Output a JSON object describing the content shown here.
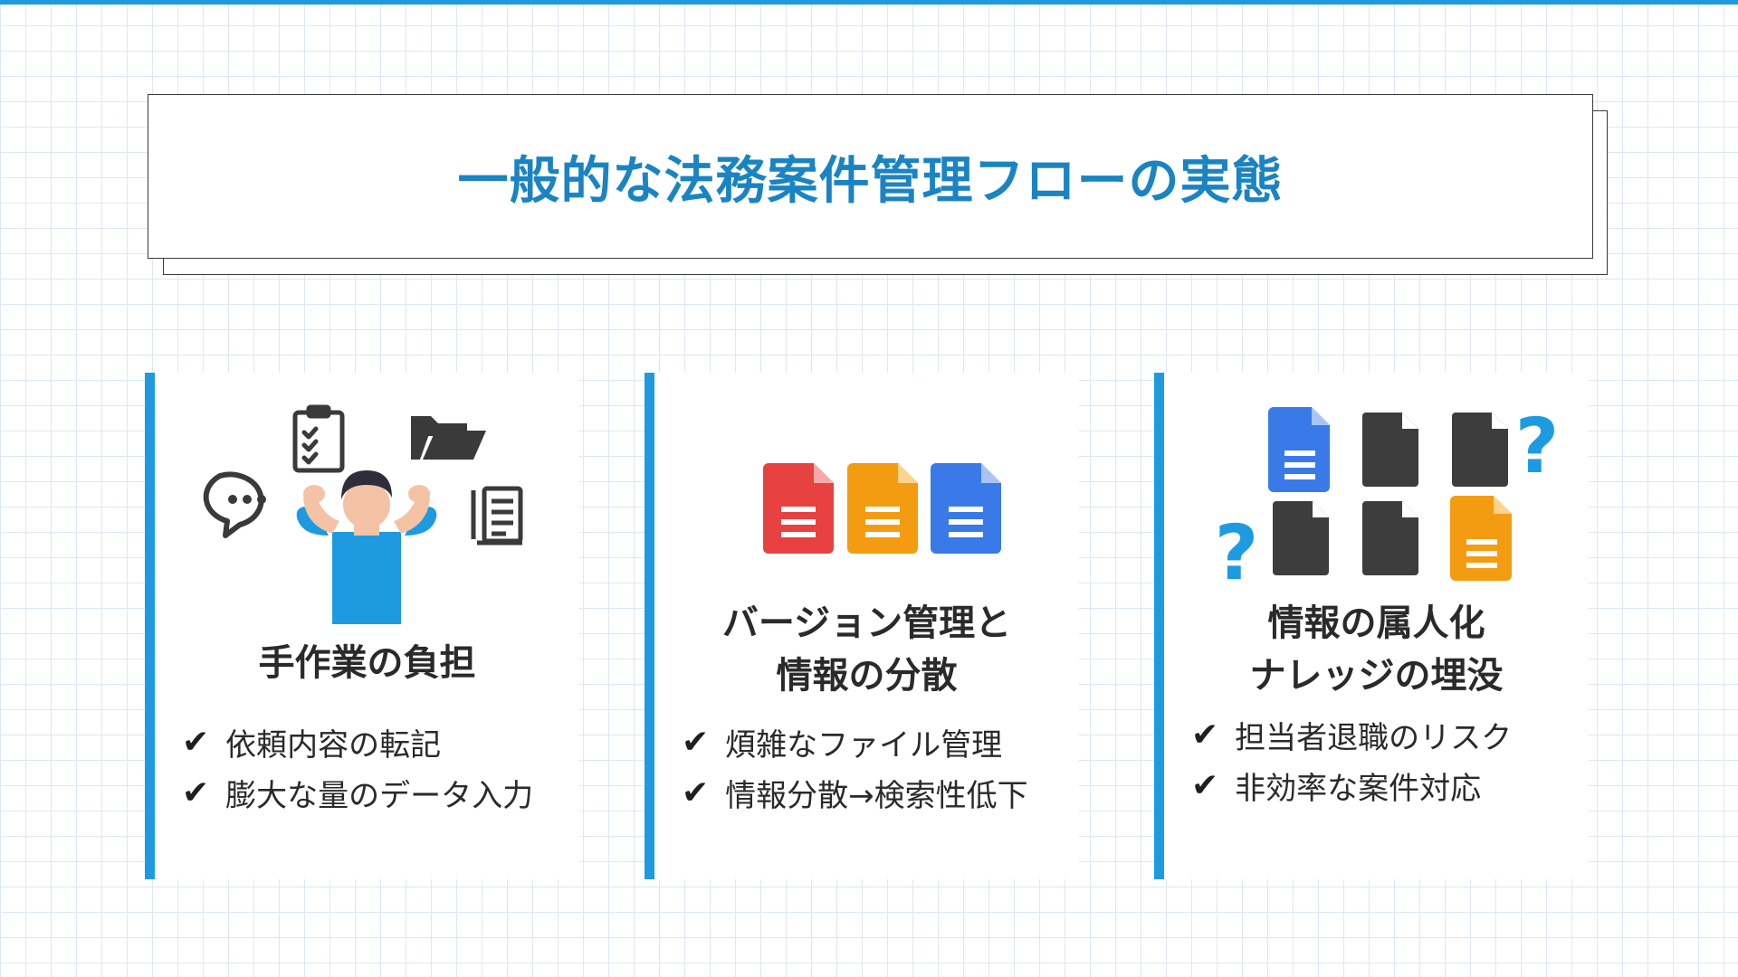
{
  "title": "一般的な法務案件管理フローの実態",
  "colors": {
    "accent": "#1e9be0",
    "title": "#1a84c2",
    "doc_red": "#e84141",
    "doc_orange": "#f39c12",
    "doc_blue": "#3a7ae8",
    "doc_dark": "#3d3d3d",
    "person": "#1e9be0"
  },
  "cards": [
    {
      "heading_lines": [
        "手作業の負担"
      ],
      "icons": [
        "clipboard-icon",
        "folder-icon",
        "chat-bubble-icon",
        "person-stressed-icon",
        "documents-icon"
      ],
      "items": [
        {
          "check": "✔",
          "text": "依頼内容の転記"
        },
        {
          "check": "✔",
          "text": "膨大な量のデータ入力"
        }
      ]
    },
    {
      "heading_lines": [
        "バージョン管理と",
        "情報の分散"
      ],
      "icons": [
        "document-red-icon",
        "document-orange-icon",
        "document-blue-icon"
      ],
      "items": [
        {
          "check": "✔",
          "text": "煩雑なファイル管理"
        },
        {
          "check": "✔",
          "text": "情報分散→検索性低下"
        }
      ]
    },
    {
      "heading_lines": [
        "情報の属人化",
        "ナレッジの埋没"
      ],
      "icons": [
        "document-blue-icon",
        "document-dark-icon",
        "question-mark-icon",
        "document-orange-icon"
      ],
      "question_mark": "?",
      "items": [
        {
          "check": "✔",
          "text": "担当者退職のリスク"
        },
        {
          "check": "✔",
          "text": "非効率な案件対応"
        }
      ]
    }
  ]
}
